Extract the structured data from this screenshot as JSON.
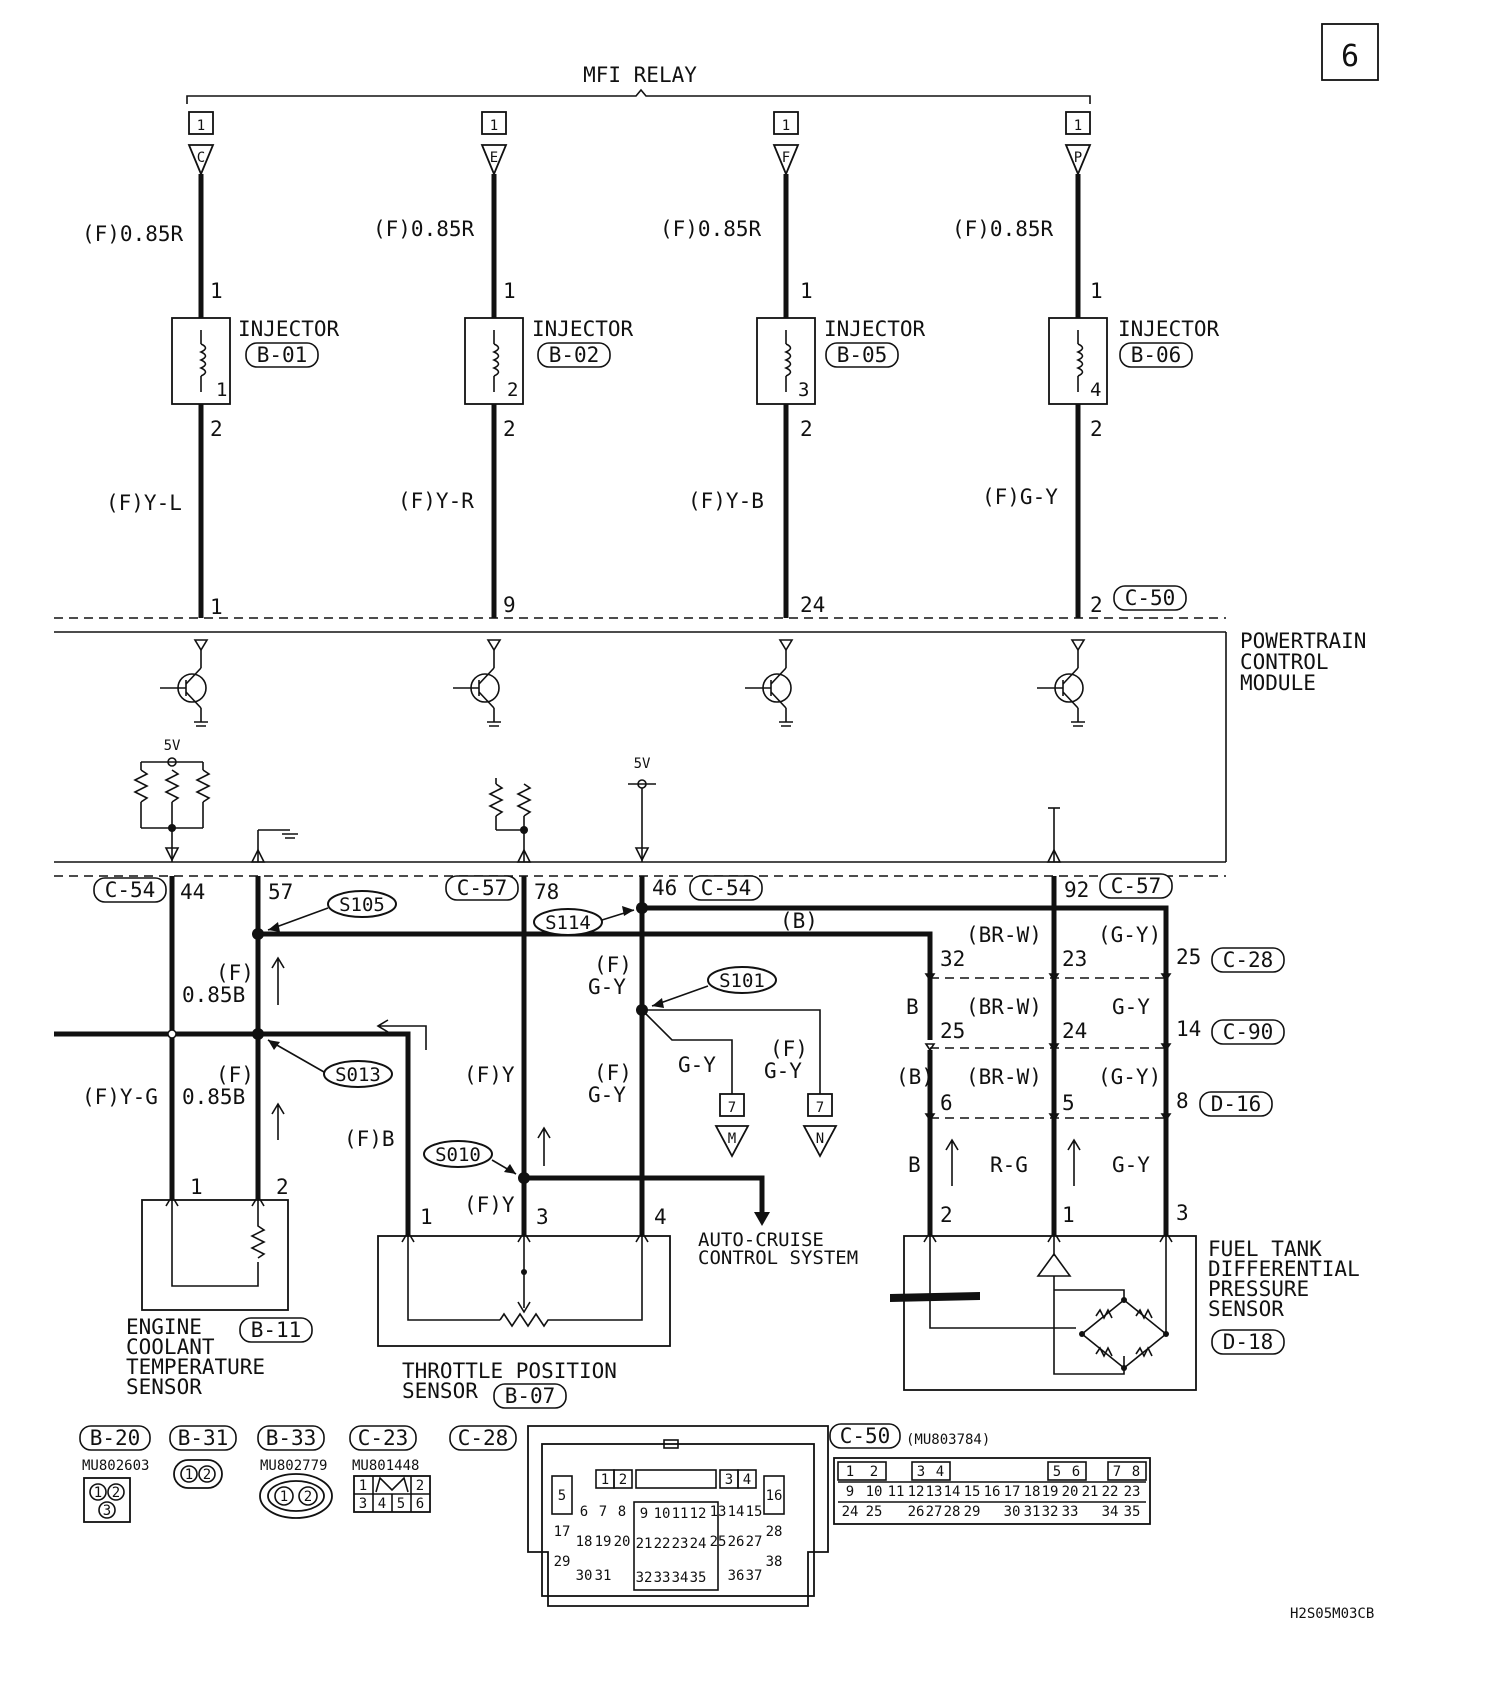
{
  "page_number": "6",
  "diagram_code": "H2S05M03CB",
  "relay": {
    "label": "MFI RELAY",
    "pins": [
      {
        "conn": "1",
        "pin": "C"
      },
      {
        "conn": "1",
        "pin": "E"
      },
      {
        "conn": "1",
        "pin": "F"
      },
      {
        "conn": "1",
        "pin": "P"
      }
    ]
  },
  "injectors": [
    {
      "title": "INJECTOR",
      "conn": "B-01",
      "no": "1",
      "wire_top": "(F)0.85R",
      "wire_bottom": "(F)Y-L",
      "pin_top": "1",
      "pin_bottom": "2",
      "pcm_pin": "1"
    },
    {
      "title": "INJECTOR",
      "conn": "B-02",
      "no": "2",
      "wire_top": "(F)0.85R",
      "wire_bottom": "(F)Y-R",
      "pin_top": "1",
      "pin_bottom": "2",
      "pcm_pin": "9"
    },
    {
      "title": "INJECTOR",
      "conn": "B-05",
      "no": "3",
      "wire_top": "(F)0.85R",
      "wire_bottom": "(F)Y-B",
      "pin_top": "1",
      "pin_bottom": "2",
      "pcm_pin": "24"
    },
    {
      "title": "INJECTOR",
      "conn": "B-06",
      "no": "4",
      "wire_top": "(F)0.85R",
      "wire_bottom": "(F)G-Y",
      "pin_top": "1",
      "pin_bottom": "2",
      "pcm_pin": "2"
    }
  ],
  "pcm": {
    "line1": "POWERTRAIN",
    "line2": "CONTROL",
    "line3": "MODULE",
    "conn_top": "C-50",
    "v5_left": "5V",
    "v5_mid": "5V",
    "bottom_pins": [
      {
        "conn": "C-54",
        "pin": "44"
      },
      {
        "pin": "57"
      },
      {
        "conn": "C-57",
        "pin": "78"
      },
      {
        "conn": "C-54",
        "pin": "46"
      },
      {
        "conn": "C-57",
        "pin": "92"
      }
    ]
  },
  "splices": {
    "s105": "S105",
    "s114": "S114",
    "s101": "S101",
    "s013": "S013",
    "s010": "S010"
  },
  "wires": {
    "w44": "(F)Y-G",
    "w57a_1": "(F)",
    "w57a_2": "0.85B",
    "w57b_1": "(F)",
    "w57b_2": "0.85B",
    "tps1": "(F)B",
    "w78a": "(F)Y",
    "w78b": "(F)Y",
    "w46a_1": "(F)",
    "w46a_2": "G-Y",
    "w46b_1": "(F)",
    "w46b_2": "G-Y",
    "b_long": "(B)",
    "gy_m": "G-Y",
    "gy_n_1": "(F)",
    "gy_n_2": "G-Y",
    "m_conn": "7",
    "m_pin": "M",
    "n_conn": "7",
    "n_pin": "N"
  },
  "fuel_harness": {
    "rows": [
      {
        "conn": "C-28",
        "l1": "B",
        "p1": "32",
        "l2": "(BR-W)",
        "p2": "23",
        "l3": "(G-Y)",
        "p3": "25"
      },
      {
        "conn": "C-90",
        "l1": "B",
        "p1": "25",
        "l2": "(BR-W)",
        "p2": "24",
        "l3": "G-Y",
        "p3": "14"
      },
      {
        "conn": "D-16",
        "l1": "(B)",
        "p1": "6",
        "l2": "(BR-W)",
        "p2": "5",
        "l3": "(G-Y)",
        "p3": "8"
      }
    ],
    "bottom": [
      {
        "label": "B",
        "pin": "2"
      },
      {
        "label": "R-G",
        "pin": "1"
      },
      {
        "label": "G-Y",
        "pin": "3"
      }
    ]
  },
  "ect": {
    "line1": "ENGINE",
    "line2": "COOLANT",
    "line3": "TEMPERATURE",
    "line4": "SENSOR",
    "conn": "B-11",
    "pin1": "1",
    "pin2": "2"
  },
  "tps": {
    "line1": "THROTTLE POSITION",
    "line2": "SENSOR",
    "conn": "B-07",
    "pin1": "1",
    "pin2": "3",
    "pin3": "4"
  },
  "cruise": {
    "line1": "AUTO-CRUISE",
    "line2": "CONTROL SYSTEM"
  },
  "fuel_sensor": {
    "line1": "FUEL TANK",
    "line2": "DIFFERENTIAL",
    "line3": "PRESSURE",
    "line4": "SENSOR",
    "conn": "D-18"
  },
  "connectors": {
    "b20": {
      "name": "B-20",
      "part": "MU802603"
    },
    "b31": {
      "name": "B-31"
    },
    "b33": {
      "name": "B-33",
      "part": "MU802779"
    },
    "c23": {
      "name": "C-23",
      "part": "MU801448"
    },
    "c28": {
      "name": "C-28"
    },
    "c50": {
      "name": "C-50",
      "part": "(MU803784)"
    }
  }
}
